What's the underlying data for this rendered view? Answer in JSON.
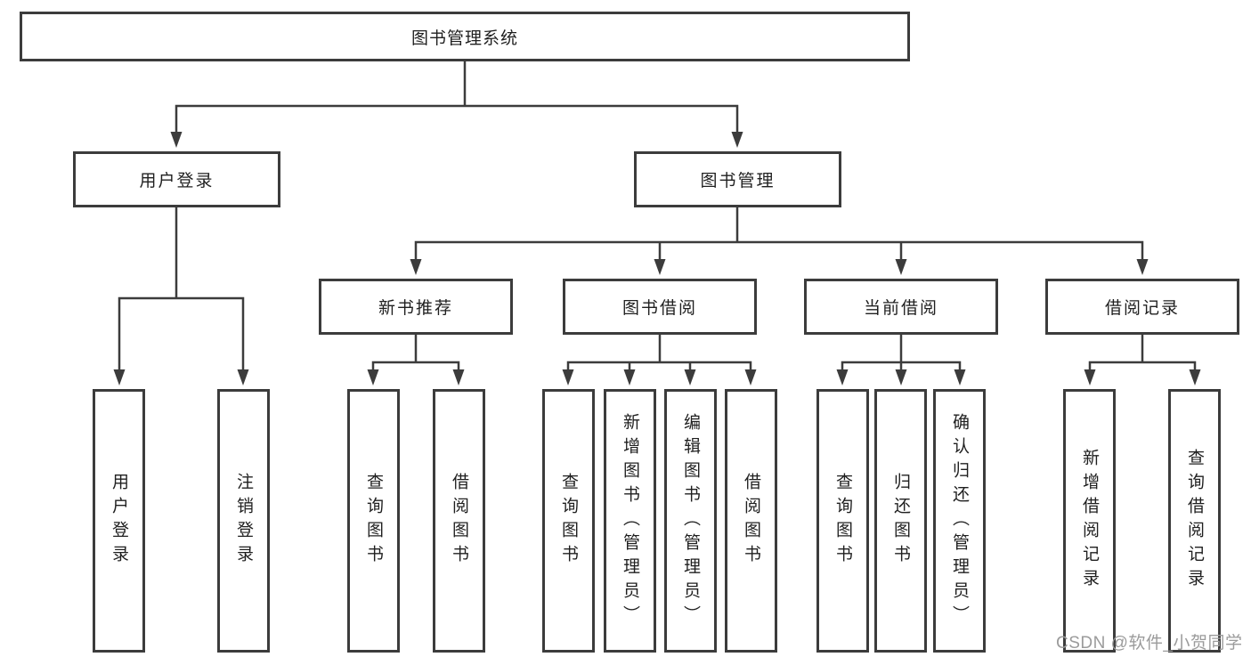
{
  "colors": {
    "line": "#3c3c3c",
    "box_border": "#3c3c3c",
    "text": "#1f1f1f",
    "watermark": "#9b9b9b",
    "background": "#ffffff"
  },
  "tree": {
    "root": {
      "label": "图书管理系统"
    },
    "level2": [
      {
        "label": "用户登录",
        "children": [
          "用户登录",
          "注销登录"
        ]
      },
      {
        "label": "图书管理"
      }
    ],
    "level3": [
      {
        "label": "新书推荐",
        "children": [
          "查询图书",
          "借阅图书"
        ]
      },
      {
        "label": "图书借阅",
        "children": [
          "查询图书",
          "新增图书（管理员）",
          "编辑图书（管理员）",
          "借阅图书"
        ]
      },
      {
        "label": "当前借阅",
        "children": [
          "查询图书",
          "归还图书",
          "确认归还（管理员）"
        ]
      },
      {
        "label": "借阅记录",
        "children": [
          "新增借阅记录",
          "查询借阅记录"
        ]
      }
    ]
  },
  "watermark": {
    "text": "CSDN @软件_小贺同学"
  }
}
